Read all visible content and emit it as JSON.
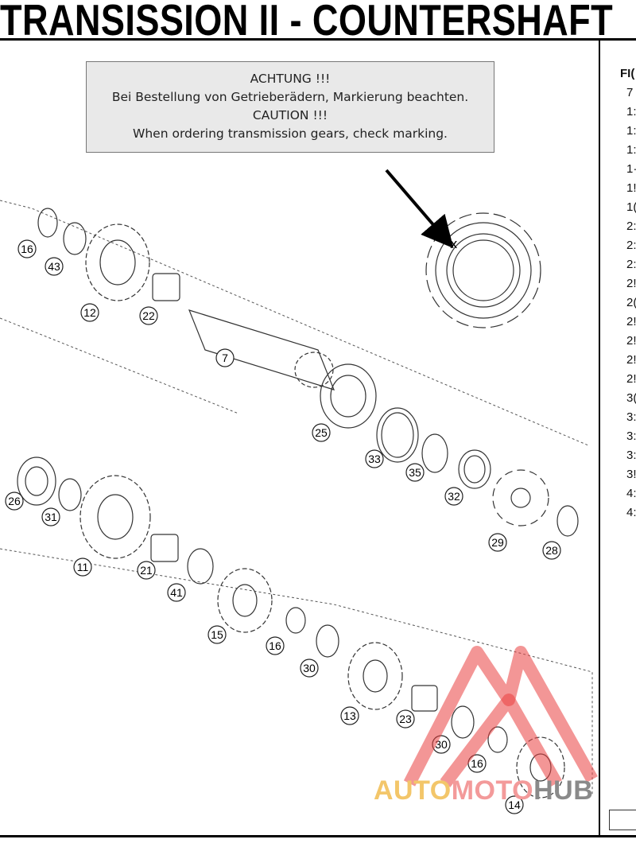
{
  "title": "TRANSISSION II - COUNTERSHAFT",
  "caution": {
    "line1": "ACHTUNG !!!",
    "line2": "Bei Bestellung von Getrieberädern, Markierung beachten.",
    "line3": "CAUTION !!!",
    "line4": "When ordering transmission gears, check marking."
  },
  "figure_list": {
    "header": "FI(",
    "items": [
      "7",
      "1:",
      "1:",
      "1:",
      "1·",
      "1!",
      "1(",
      "2:",
      "2:",
      "2:",
      "2!",
      "2(",
      "2!",
      "2!",
      "2!",
      "2!",
      "3(",
      "3:",
      "3:",
      "3:",
      "3!",
      "4:",
      "4:"
    ]
  },
  "callouts": [
    "16",
    "43",
    "12",
    "22",
    "7",
    "25",
    "33",
    "35",
    "32",
    "29",
    "28",
    "26",
    "31",
    "11",
    "21",
    "41",
    "15",
    "16",
    "30",
    "13",
    "23",
    "30",
    "16",
    "14"
  ],
  "watermark": {
    "part1": "AUTO",
    "part2": "MOTO",
    "part3": "HUB",
    "colors": {
      "yellow": "#f3c66a",
      "red": "#e94040",
      "gray": "#8a8a8a"
    }
  }
}
